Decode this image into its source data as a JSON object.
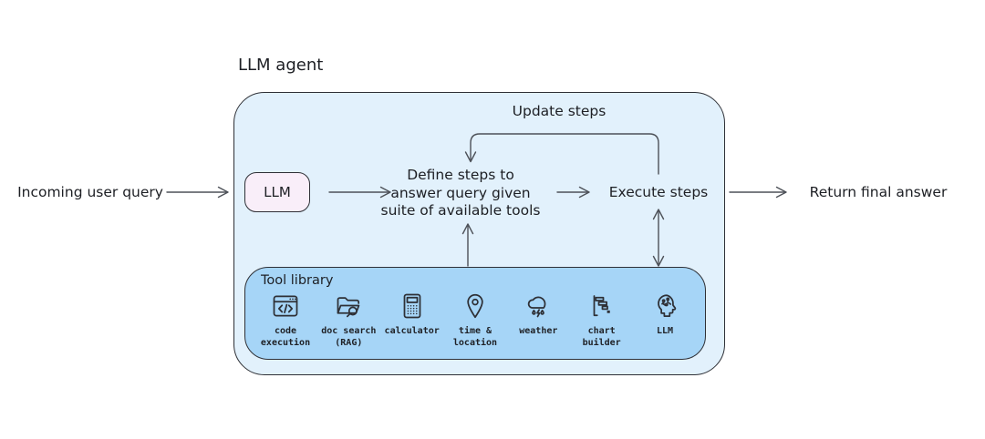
{
  "title": "LLM agent",
  "nodes": {
    "incoming": "Incoming user query",
    "llm": "LLM",
    "define": {
      "lines": [
        "Define steps to",
        "answer query given",
        "suite of available tools"
      ]
    },
    "update": "Update steps",
    "execute": "Execute steps",
    "final": "Return final answer"
  },
  "tool_library": {
    "title": "Tool library",
    "tools": [
      {
        "icon": "code-execution-icon",
        "label": "code execution"
      },
      {
        "icon": "doc-search-icon",
        "label": "doc search (RAG)"
      },
      {
        "icon": "calculator-icon",
        "label": "calculator"
      },
      {
        "icon": "time-location-icon",
        "label": "time & location"
      },
      {
        "icon": "weather-icon",
        "label": "weather"
      },
      {
        "icon": "chart-builder-icon",
        "label": "chart builder"
      },
      {
        "icon": "llm-head-icon",
        "label": "LLM"
      }
    ]
  },
  "colors": {
    "outer_box_fill": "#e2f1fc",
    "tool_box_fill": "#a6d5f7",
    "llm_box_fill": "#f9eef9",
    "stroke": "#2e3036",
    "arrow": "#4d5158"
  }
}
